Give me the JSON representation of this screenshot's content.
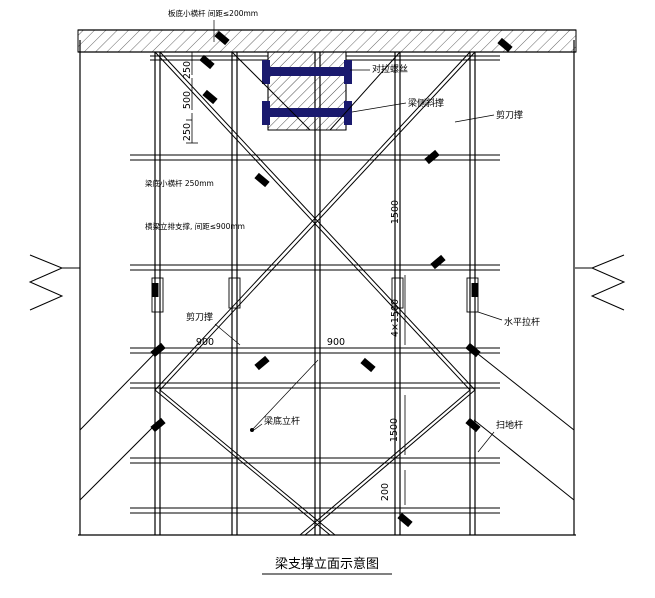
{
  "title": "梁支撑立面示意图",
  "labels": {
    "top_note": "板底小横杆  间距≤200mm",
    "tie_bolt": "对拉螺丝",
    "beam_side_form": "梁侧斜撑",
    "scissor_brace_right": "剪刀撑",
    "beam_bottom_small_bar": "梁底小横杆  250mm",
    "beam_bottom_vertical_support": "横梁立排支撑, 间距≤900mm",
    "scissor_brace_left": "剪刀撑",
    "beam_bottom_post": "梁底立杆",
    "horizontal_tie_bar": "水平拉杆",
    "sweeping_bar": "扫地杆"
  },
  "dimensions": {
    "d250_top": "250",
    "d500": "500",
    "d250_lower": "250",
    "d1500_upper": "1500",
    "d900_left": "900",
    "d900_center": "900",
    "d4x1500": "4×1500",
    "d1500_lower": "1500",
    "d200": "200"
  },
  "colors": {
    "line": "#000000",
    "beam_fill": "#1a1a6e",
    "bg": "#ffffff"
  }
}
